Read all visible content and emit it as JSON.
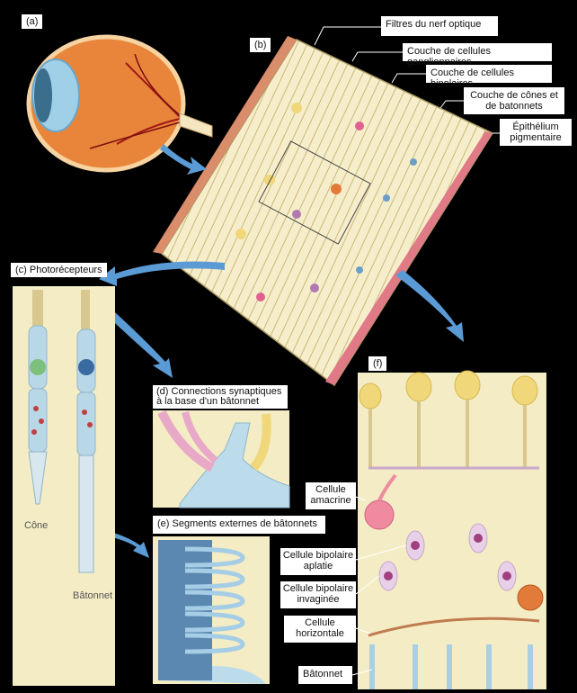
{
  "panels": {
    "a": "(a)",
    "b": "(b)",
    "c": "(c) Photorécepteurs",
    "d_line1": "(d) Connections synaptiques",
    "d_line2": "à la base d'un bâtonnet",
    "e": "(e) Segments externes de bâtonnets",
    "f": "(f)"
  },
  "retina_labels": {
    "optic_fibers": "Filtres du nerf optique",
    "ganglion": "Couche de cellules ganglionnaires",
    "bipolar": "Couche de cellules bipolaires",
    "cones_rods_line1": "Couche de cônes et",
    "cones_rods_line2": "de batonnets",
    "epithelium_line1": "Épithélium",
    "epithelium_line2": "pigmentaire"
  },
  "photoreceptor_labels": {
    "cone": "Cône",
    "rod": "Bâtonnet"
  },
  "cell_labels": {
    "amacrine_line1": "Cellule",
    "amacrine_line2": "amacrine",
    "flat_bipolar_line1": "Cellule bipolaire",
    "flat_bipolar_line2": "aplatie",
    "invaginated_bipolar_line1": "Cellule bipolaire",
    "invaginated_bipolar_line2": "invaginée",
    "horizontal_line1": "Cellule",
    "horizontal_line2": "horizontale",
    "rod": "Bâtonnet"
  },
  "colors": {
    "background": "#000000",
    "panel_cream": "#f4ecc4",
    "eye_orange": "#e9853a",
    "arrow_blue": "#5b9bd5",
    "cell_yellow": "#f0d77a",
    "cell_purple": "#b07ab0",
    "cell_pink": "#f08aa0",
    "receptor_blue": "#a9cfe4"
  }
}
